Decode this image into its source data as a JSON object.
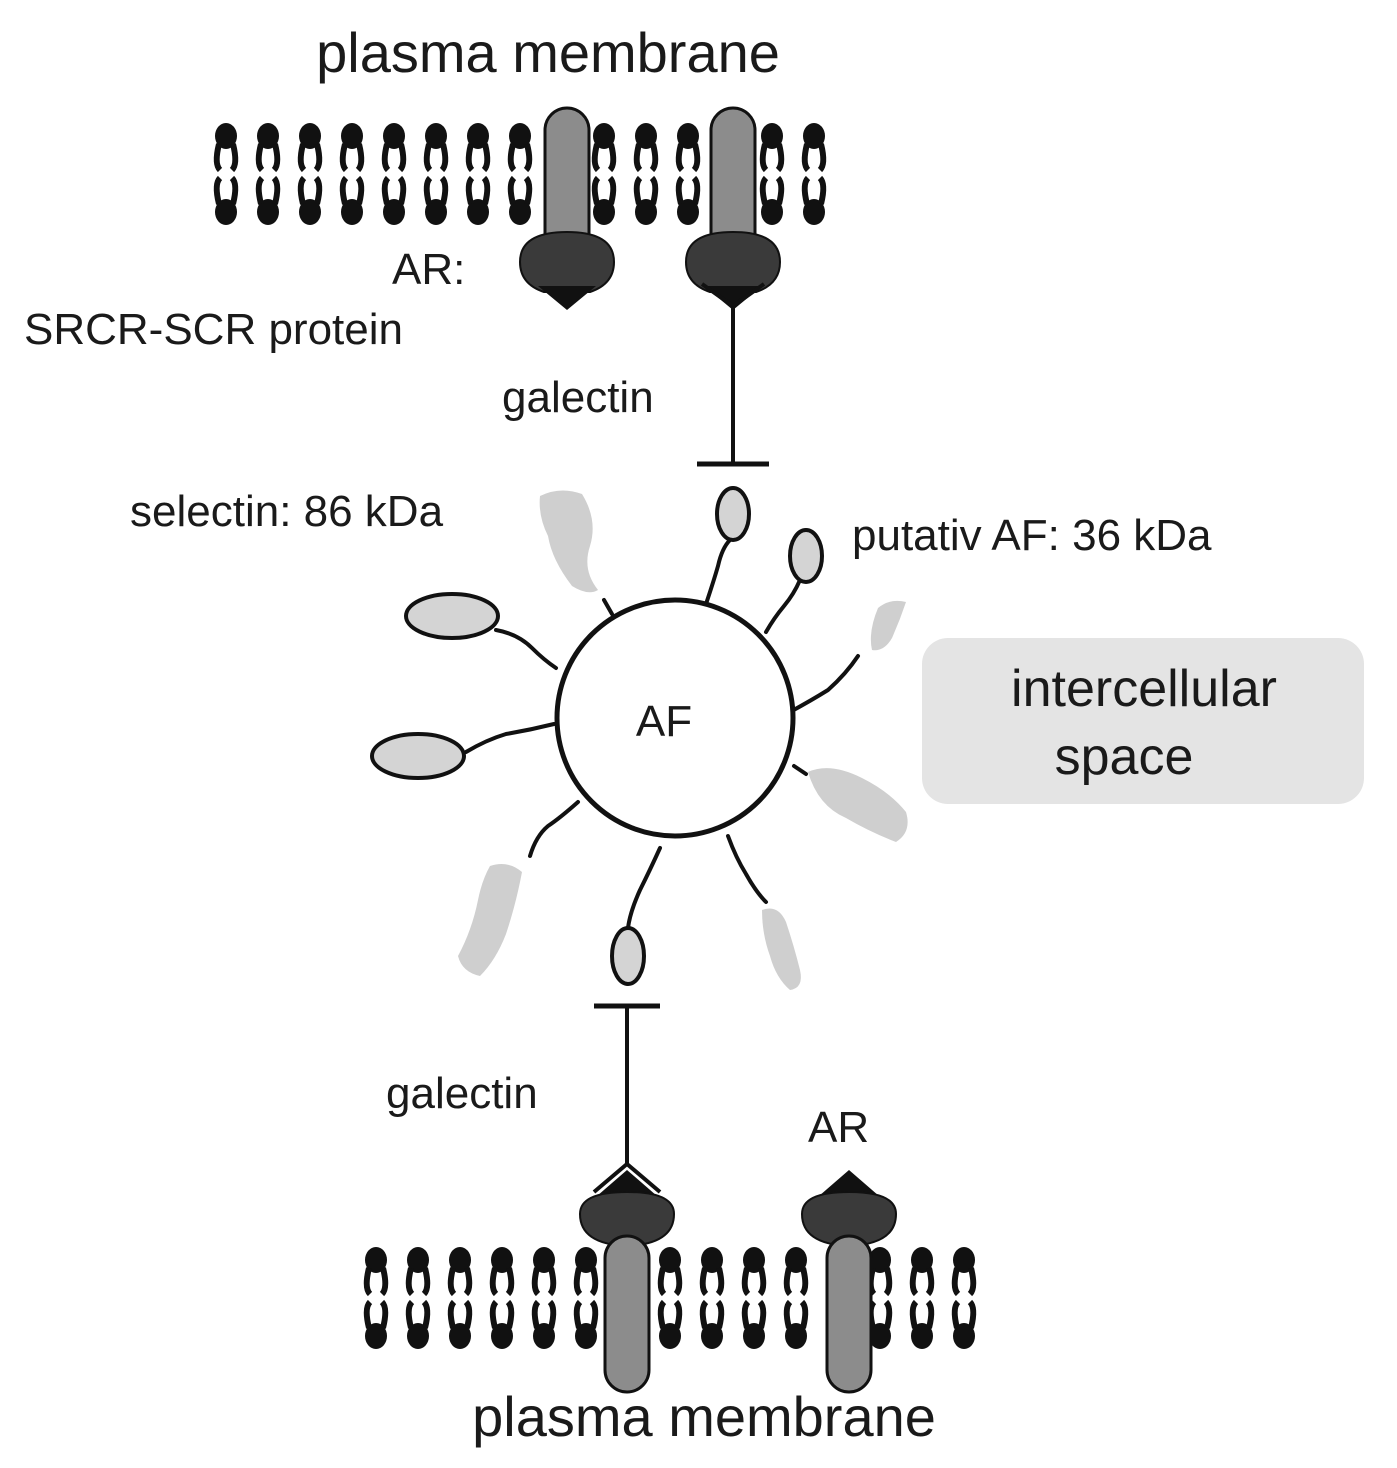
{
  "labels": {
    "membrane_top": "plasma membrane",
    "membrane_bottom": "plasma membrane",
    "ar_top_line1": "AR:",
    "ar_top_line2": "SRCR-SCR protein",
    "galectin_top": "galectin",
    "selectin": "selectin: 86 kDa",
    "putative_af": "putativ AF: 36 kDa",
    "af_core": "AF",
    "space_line1": "intercellular",
    "space_line2": "space",
    "galectin_bottom": "galectin",
    "ar_bottom": "AR"
  },
  "colors": {
    "lipid": "#111111",
    "receptor_shaft": "#8c8c8c",
    "receptor_head": "#3a3a3a",
    "oval_fill": "#d4d4d4",
    "smudge": "#cfcfcf",
    "space_box": "#e4e4e4",
    "line": "#111111"
  }
}
